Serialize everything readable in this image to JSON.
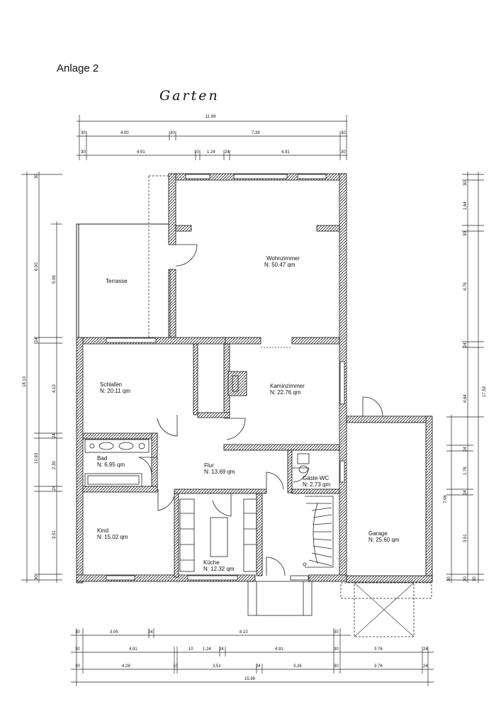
{
  "header": {
    "title": "Anlage 2",
    "garden": "Garten"
  },
  "rooms": {
    "wohnzimmer": {
      "name": "Wohnzimmer",
      "area": "N: 50.47 qm"
    },
    "terrasse": {
      "name": "Terrasse"
    },
    "schlafen": {
      "name": "Schlafen",
      "area": "N: 20.11 qm"
    },
    "kaminzimmer": {
      "name": "Kaminzimmer",
      "area": "N: 22.76 qm"
    },
    "bad": {
      "name": "Bad",
      "area": "N: 6.95 qm"
    },
    "flur": {
      "name": "Flur",
      "area": "N: 13.69 qm"
    },
    "gaeste_wc": {
      "name": "Gäste-WC",
      "area": "N: 2.73 qm"
    },
    "kind": {
      "name": "Kind",
      "area": "N: 15.02 qm"
    },
    "kueche": {
      "name": "Küche",
      "area": "N: 12.32 qm"
    },
    "garage": {
      "name": "Garage",
      "area": "N: 25.60 qm"
    }
  },
  "dims": {
    "top_total": "11.89",
    "top_r2": [
      "30",
      "4.00",
      "30",
      "7.39",
      "30"
    ],
    "top_r3": [
      "30",
      "4.91",
      "10",
      "1.24",
      "24",
      "4.91",
      "30"
    ],
    "left_total": "18.13",
    "left_a": [
      "30",
      "6.90",
      "24",
      "10.93",
      "30"
    ],
    "left_b": [
      "5.06",
      "4.10",
      "2.30",
      "3.51",
      "24",
      "24"
    ],
    "right_total": "17.53",
    "right_a": [
      "30",
      "1.64",
      "30",
      "4.76",
      "24",
      "4.64",
      "24",
      "7.06",
      "30",
      "30"
    ],
    "right_b": [
      "1.76",
      "3.51",
      "24",
      "30"
    ],
    "bottom_r1": [
      "30",
      "3.05",
      "24",
      "8.10",
      "30"
    ],
    "bottom_r2": [
      "30",
      "4.91",
      "10",
      "1.24",
      "24",
      "4.91",
      "30",
      "3.76",
      "24"
    ],
    "bottom_r3": [
      "30",
      "4.28",
      "10",
      "3.51",
      "24",
      "3.26",
      "30",
      "3.76",
      "24"
    ],
    "bottom_total": "15.99"
  }
}
